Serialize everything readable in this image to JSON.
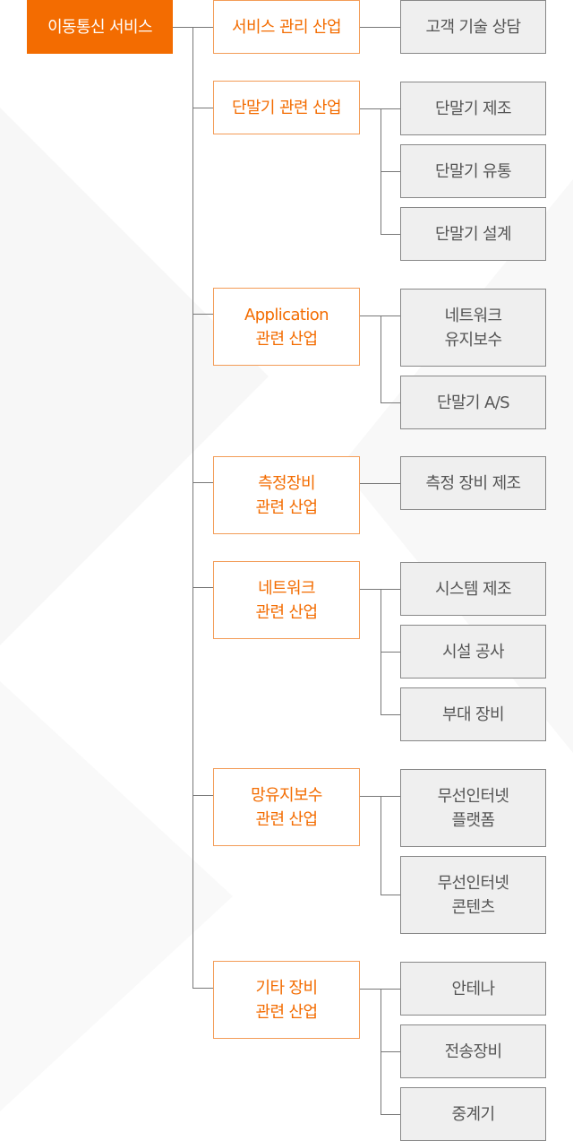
{
  "colors": {
    "accent": "#f36c01",
    "industry_border": "#f39c57",
    "service_background": "#efefef",
    "service_border": "#888888",
    "service_text": "#555555",
    "connector_line": "#777777"
  },
  "root": {
    "label": "이동통신 서비스"
  },
  "industries": [
    {
      "lines": [
        "서비스 관리 산업"
      ],
      "services": [
        {
          "lines": [
            "고객 기술 상담"
          ]
        }
      ]
    },
    {
      "lines": [
        "단말기 관련 산업"
      ],
      "services": [
        {
          "lines": [
            "단말기 제조"
          ]
        },
        {
          "lines": [
            "단말기 유통"
          ]
        },
        {
          "lines": [
            "단말기 설계"
          ]
        }
      ]
    },
    {
      "lines": [
        "Application",
        "관련 산업"
      ],
      "services": [
        {
          "lines": [
            "네트워크",
            "유지보수"
          ]
        },
        {
          "lines": [
            "단말기 A/S"
          ]
        }
      ]
    },
    {
      "lines": [
        "측정장비",
        "관련 산업"
      ],
      "services": [
        {
          "lines": [
            "측정 장비 제조"
          ]
        }
      ]
    },
    {
      "lines": [
        "네트워크",
        "관련 산업"
      ],
      "services": [
        {
          "lines": [
            "시스템 제조"
          ]
        },
        {
          "lines": [
            "시설 공사"
          ]
        },
        {
          "lines": [
            "부대 장비"
          ]
        }
      ]
    },
    {
      "lines": [
        "망유지보수",
        "관련 산업"
      ],
      "services": [
        {
          "lines": [
            "무선인터넷",
            "플랫폼"
          ]
        },
        {
          "lines": [
            "무선인터넷",
            "콘텐츠"
          ]
        }
      ]
    },
    {
      "lines": [
        "기타 장비",
        "관련 산업"
      ],
      "services": [
        {
          "lines": [
            "안테나"
          ]
        },
        {
          "lines": [
            "전송장비"
          ]
        },
        {
          "lines": [
            "중계기"
          ]
        }
      ]
    }
  ]
}
